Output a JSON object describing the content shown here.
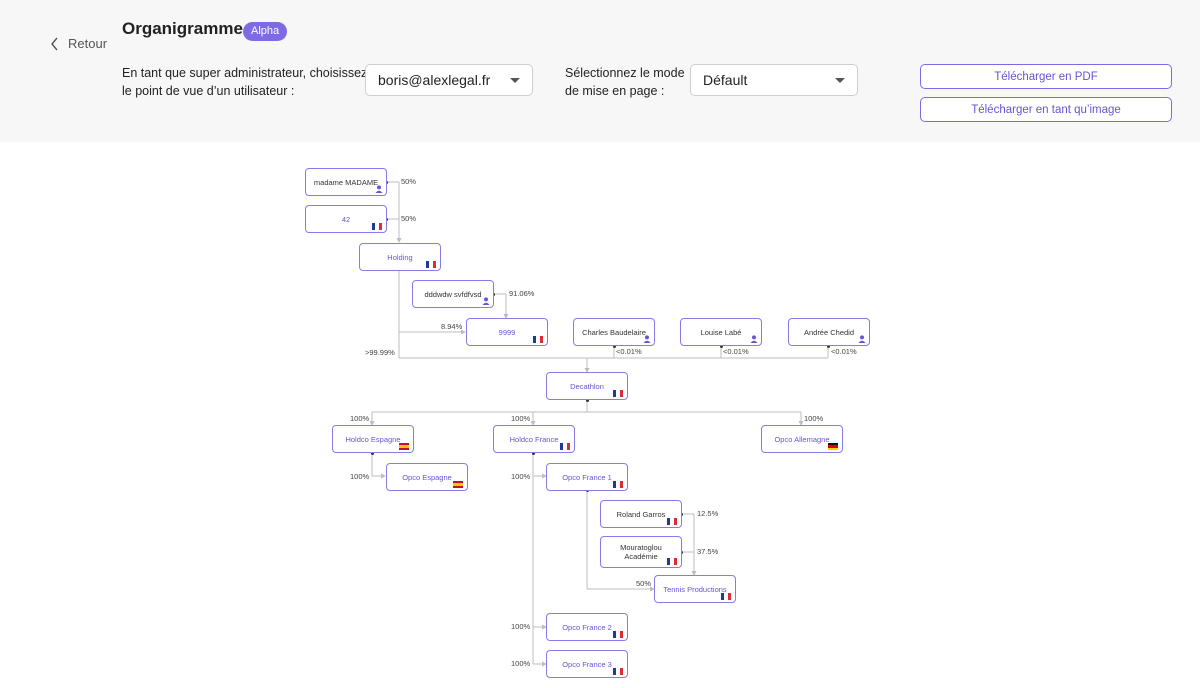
{
  "header": {
    "back_label": "Retour",
    "title": "Organigramme",
    "badge": "Alpha",
    "user_select_label_line1": "En tant que super administrateur, choisissez",
    "user_select_label_line2": "le point de vue d’un utilisateur :",
    "user_select_value": "boris@alexlegal.fr",
    "layout_label_line1": "Sélectionnez le mode",
    "layout_label_line2": "de mise en page :",
    "layout_value": "Défault",
    "download_pdf": "Télécharger en PDF",
    "download_image": "Télécharger en tant qu’image"
  },
  "colors": {
    "accent": "#7d6be6",
    "link": "#6b52d8",
    "edge": "#bdbdbd"
  },
  "nodes": {
    "madame": "madame MADAME",
    "n42": "42",
    "holding": "Holding",
    "dddwdw": "dddwdw svfdfvsd",
    "n9999": "9999",
    "charles": "Charles Baudelaire",
    "louise": "Louise Labé",
    "andree": "Andrée Chedid",
    "decathlon": "Decathlon",
    "holdco_es": "Holdco Espagne",
    "holdco_fr": "Holdco France",
    "opco_de": "Opco Allemagne",
    "opco_es": "Opco Espagne",
    "opco_fr1": "Opco France 1",
    "roland": "Roland Garros",
    "mouratoglou": "Mouratoglou Académie",
    "tennis": "Tennis Productions",
    "opco_fr2": "Opco France 2",
    "opco_fr3": "Opco France 3"
  },
  "percentages": {
    "madame_holding": "50%",
    "n42_holding": "50%",
    "dddwdw_9999": "91.06%",
    "holding_9999": "8.94%",
    "holding_decathlon": ">99.99%",
    "charles_decathlon": "<0.01%",
    "louise_decathlon": "<0.01%",
    "andree_decathlon": "<0.01%",
    "dec_holdco_es": "100%",
    "dec_holdco_fr": "100%",
    "dec_opco_de": "100%",
    "holdco_es_opco_es": "100%",
    "holdco_fr_opco_fr1": "100%",
    "roland_tennis": "12.5%",
    "mouratoglou_tennis": "37.5%",
    "opco_fr1_tennis": "50%",
    "holdco_fr_opco_fr2": "100%",
    "holdco_fr_opco_fr3": "100%"
  },
  "icons": {
    "back": "chevron-left-icon",
    "select_caret": "chevron-down-icon",
    "person": "person-icon",
    "flag_fr": "flag-france-icon",
    "flag_es": "flag-spain-icon",
    "flag_de": "flag-germany-icon"
  }
}
